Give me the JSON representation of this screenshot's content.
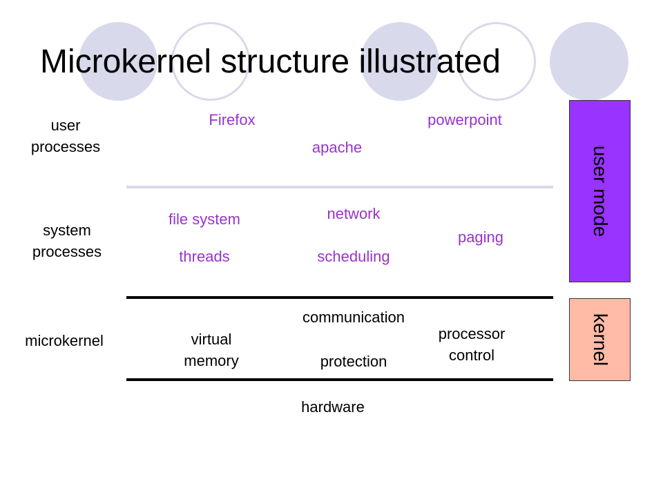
{
  "title": "Microkernel structure illustrated",
  "colors": {
    "decor_circle": "#d9d9ec",
    "component_text": "#9933cc",
    "user_mode_box": "#9933ff",
    "kernel_box": "#ffbba6"
  },
  "layers": {
    "user_processes": {
      "label": "user\nprocesses",
      "items": {
        "firefox": "Firefox",
        "apache": "apache",
        "powerpoint": "powerpoint"
      }
    },
    "system_processes": {
      "label": "system\nprocesses",
      "items": {
        "file_system": "file system",
        "network": "network",
        "paging": "paging",
        "threads": "threads",
        "scheduling": "scheduling"
      }
    },
    "microkernel": {
      "label": "microkernel",
      "items": {
        "communication": "communication",
        "virtual_memory": "virtual\nmemory",
        "protection": "protection",
        "processor_control": "processor\ncontrol"
      }
    },
    "hardware": {
      "label": "hardware"
    }
  },
  "modes": {
    "user_mode": "user mode",
    "kernel": "kernel"
  }
}
